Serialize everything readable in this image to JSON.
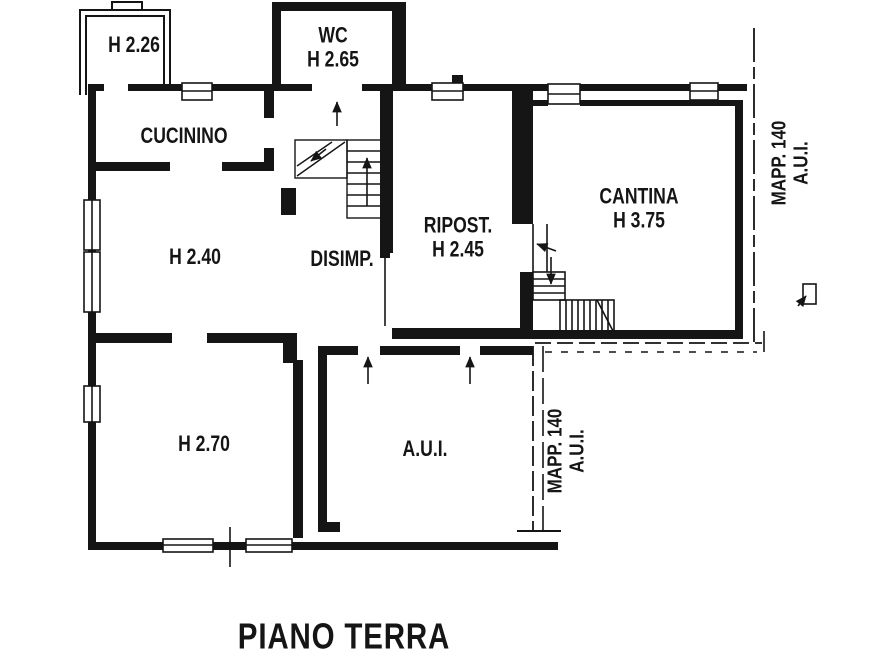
{
  "title": "PIANO TERRA",
  "rooms": {
    "terrace": {
      "height_label": "H 2.26"
    },
    "wc": {
      "name": "WC",
      "height_label": "H 2.65"
    },
    "cucinino": {
      "name": "CUCININO"
    },
    "living": {
      "height_label": "H 2.40"
    },
    "disimpegno": {
      "name": "DISIMP."
    },
    "ripostiglio": {
      "name": "RIPOST.",
      "height_label": "H 2.45"
    },
    "cantina": {
      "name": "CANTINA",
      "height_label": "H 3.75"
    },
    "bedroom": {
      "height_label": "H 2.70"
    },
    "aui": {
      "name": "A.U.I."
    }
  },
  "boundary_labels": {
    "right": {
      "line1": "MAPP. 140",
      "line2": "A.U.I."
    },
    "middle": {
      "line1": "MAPP. 140",
      "line2": "A.U.I."
    }
  },
  "colors": {
    "ink": "#151515",
    "background": "#ffffff"
  }
}
